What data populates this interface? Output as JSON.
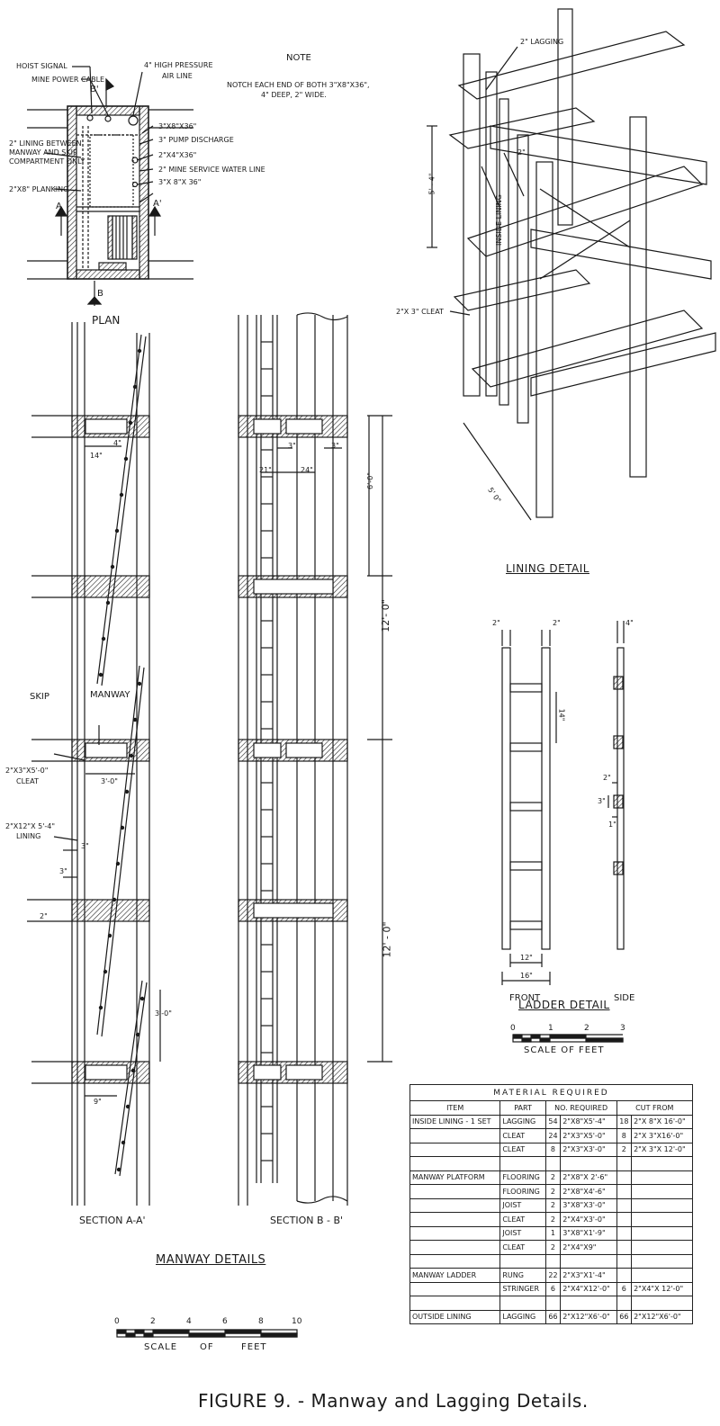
{
  "figure_caption": "FIGURE 9. - Manway and Lagging Details.",
  "plan": {
    "title": "PLAN",
    "note_title": "NOTE",
    "note_text": [
      "NOTCH EACH END OF BOTH 3\"X8\"X36\",",
      "4\" DEEP, 2\" WIDE."
    ],
    "labels": {
      "hoist_signal": "HOIST SIGNAL",
      "power_cable": "MINE POWER CABLE",
      "air_line": [
        "4\" HIGH PRESSURE",
        "AIR LINE"
      ],
      "lining_between": [
        "2\" LINING BETWEEN",
        "MANWAY AND SKIP",
        "COMPARTMENT ONLY"
      ],
      "planking": "2\"X8\" PLANKING",
      "r1": "3\"X8\"X36\"",
      "r2": "3\" PUMP DISCHARGE",
      "r3": "2\"X4\"X36\"",
      "r4": "2\" MINE SERVICE WATER LINE",
      "r5": "3\"X 8\"X 36\"",
      "sec_a": "A",
      "sec_a2": "A'",
      "sec_b": "B",
      "sec_b2": "B'"
    }
  },
  "section_aa": {
    "title": "SECTION A-A'",
    "skip": "SKIP",
    "manway": "MANWAY",
    "cleat": [
      "2\"X3\"X5'-0\"",
      "CLEAT"
    ],
    "lining": [
      "2\"X12\"X 5'-4\"",
      "LINING"
    ],
    "dims": {
      "d14": "14\"",
      "d4": "4\"",
      "d30": "3'-0\"",
      "d3a": "3\"",
      "d3b": "3\"",
      "d2": "2\"",
      "d30b": "3'-0\"",
      "d9": "9\""
    }
  },
  "section_bb": {
    "title": "SECTION B - B'",
    "dims": {
      "d3a": "3\"",
      "d3b": "3\"",
      "d21": "21\"",
      "d24": "24\"",
      "d60": "6'-0\"",
      "d120a": "12'- 0\"",
      "d120b": "12' - 0\""
    }
  },
  "manway_details_title": "MANWAY DETAILS",
  "lining_detail": {
    "title": "LINING DETAIL",
    "lagging": "2\" LAGGING",
    "inside_lining": "INSIDE LINING",
    "cleat": "2\"X 3\" CLEAT",
    "d54": "5' - 4\"",
    "d50": "5' 0\"",
    "d2": "2\""
  },
  "ladder_detail": {
    "title": "LADDER DETAIL",
    "front": "FRONT",
    "side": "SIDE",
    "dims": {
      "d2a": "2\"",
      "d2b": "2\"",
      "d14": "14\"",
      "d12": "12\"",
      "d16": "16\"",
      "d4": "4\"",
      "d2c": "2\"",
      "d3": "3\"",
      "d1": "1\""
    }
  },
  "scale_small": {
    "ticks": [
      "0",
      "1",
      "2",
      "3"
    ],
    "label": "SCALE   OF   FEET"
  },
  "scale_large": {
    "ticks": [
      "0",
      "2",
      "4",
      "6",
      "8",
      "10"
    ],
    "label": [
      "SCALE",
      "OF",
      "FEET"
    ]
  },
  "material_table": {
    "title": "MATERIAL   REQUIRED",
    "headers": [
      "ITEM",
      "PART",
      "NO. REQUIRED",
      "CUT FROM"
    ],
    "rows": [
      [
        "INSIDE LINING - 1 SET",
        "LAGGING",
        "54",
        "2\"X8\"X5'-4\"",
        "18",
        "2\"X 8\"X 16'-0\""
      ],
      [
        "",
        "CLEAT",
        "24",
        "2\"X3\"X5'-0\"",
        "8",
        "2\"X 3\"X16'-0\""
      ],
      [
        "",
        "CLEAT",
        "8",
        "2\"X3\"X3'-0\"",
        "2",
        "2\"X 3\"X 12'-0\""
      ],
      [
        "",
        "",
        "",
        "",
        "",
        ""
      ],
      [
        "MANWAY PLATFORM",
        "FLOORING",
        "2",
        "2\"X8\"X 2'-6\"",
        "",
        ""
      ],
      [
        "",
        "FLOORING",
        "2",
        "2\"X8\"X4'-6\"",
        "",
        ""
      ],
      [
        "",
        "JOIST",
        "2",
        "3\"X8\"X3'-0\"",
        "",
        ""
      ],
      [
        "",
        "CLEAT",
        "2",
        "2\"X4\"X3'-0\"",
        "",
        ""
      ],
      [
        "",
        "JOIST",
        "1",
        "3\"X8\"X1'-9\"",
        "",
        ""
      ],
      [
        "",
        "CLEAT",
        "2",
        "2\"X4\"X9\"",
        "",
        ""
      ],
      [
        "",
        "",
        "",
        "",
        "",
        ""
      ],
      [
        "MANWAY LADDER",
        "RUNG",
        "22",
        "2\"X3\"X1'-4\"",
        "",
        ""
      ],
      [
        "",
        "STRINGER",
        "6",
        "2\"X4\"X12'-0\"",
        "6",
        "2\"X4\"X 12'-0\""
      ],
      [
        "",
        "",
        "",
        "",
        "",
        ""
      ],
      [
        "OUTSIDE LINING",
        "LAGGING",
        "66",
        "2\"X12\"X6'-0\"",
        "66",
        "2\"X12\"X6'-0\""
      ]
    ]
  }
}
